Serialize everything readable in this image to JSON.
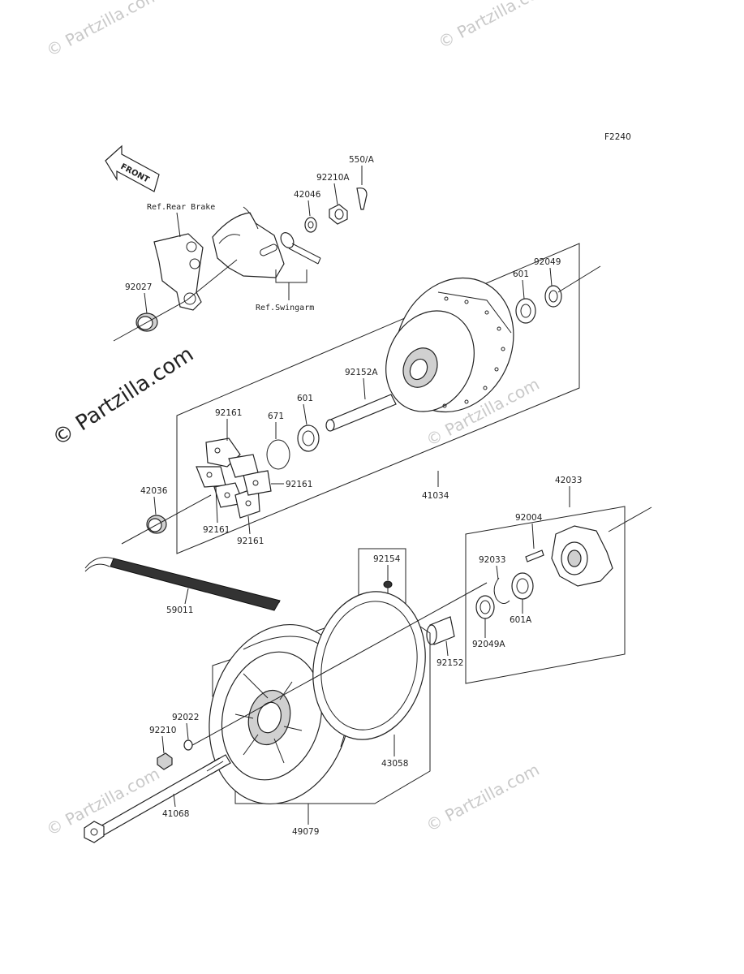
{
  "figure_code": "F2240",
  "front_arrow_label": "FRONT",
  "watermarks": {
    "main": "© Partzilla.com",
    "faint": "© Partzilla.com"
  },
  "references": {
    "rear_brake": "Ref.Rear Brake",
    "swingarm": "Ref.Swingarm"
  },
  "part_labels": {
    "p550A": "550/A",
    "p92210A": "92210A",
    "p42046": "42046",
    "p92027": "92027",
    "p92049_top": "92049",
    "p601_top": "601",
    "p92152A": "92152A",
    "p92161_a": "92161",
    "p671": "671",
    "p601_mid": "601",
    "p92161_b": "92161",
    "p42036": "42036",
    "p92161_c": "92161",
    "p92161_d": "92161",
    "p41034": "41034",
    "p42033": "42033",
    "p92004": "92004",
    "p92033": "92033",
    "p92154": "92154",
    "p59011": "59011",
    "p601A": "601A",
    "p92049A": "92049A",
    "p92152": "92152",
    "p92022": "92022",
    "p92210": "92210",
    "p43058": "43058",
    "p41068": "41068",
    "p49079": "49079"
  }
}
